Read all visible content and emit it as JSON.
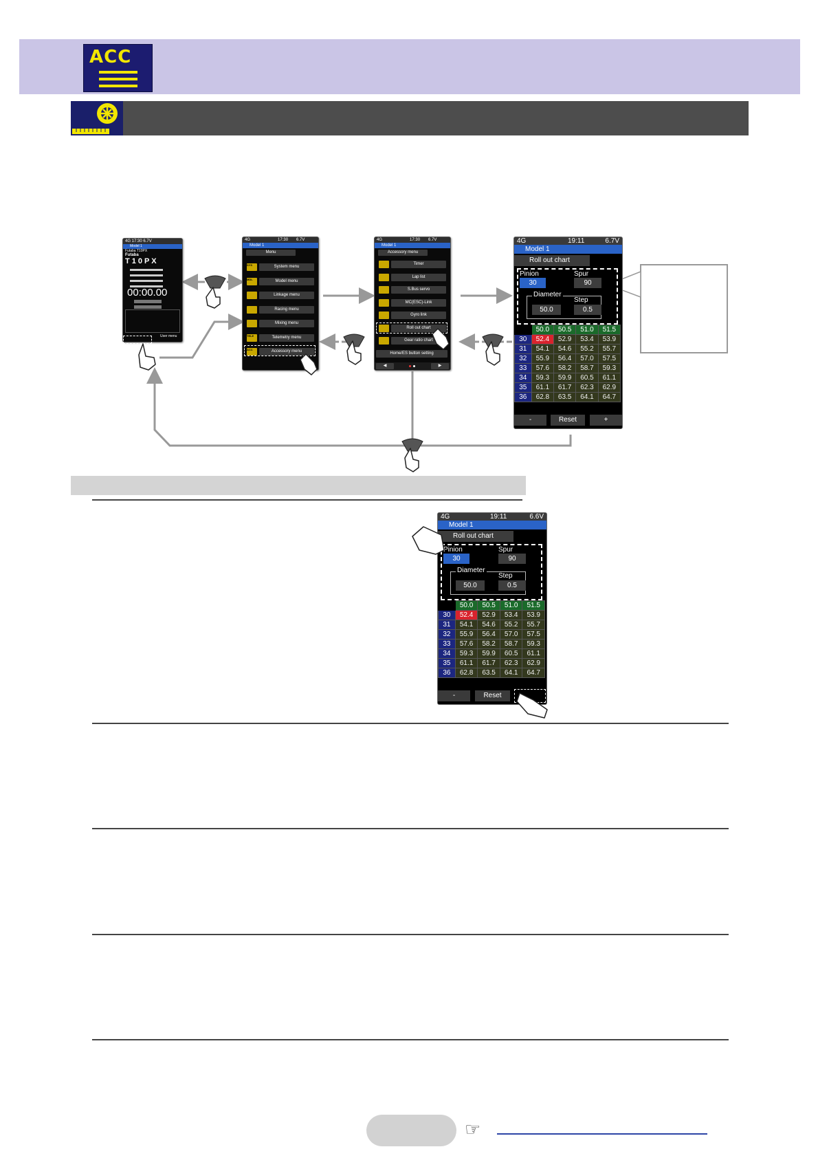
{
  "header": {
    "logo_text": "ACC"
  },
  "screens": {
    "home": {
      "status": "4G  17:30  6.7V",
      "model": "Model 1",
      "brand": "Futaba T10PX",
      "brand2": "Futaba",
      "logo": "T10PX",
      "timer": "00:00.00",
      "user_menu": "User menu"
    },
    "menu": {
      "status_left": "4G",
      "status_time": "17:30",
      "status_batt": "6.7V",
      "model": "Model 1",
      "title": "Menu",
      "items": [
        {
          "tag": "SYS",
          "label": "System menu"
        },
        {
          "tag": "MDL",
          "label": "Model menu"
        },
        {
          "tag": "",
          "label": "Linkage menu"
        },
        {
          "tag": "",
          "label": "Racing menu"
        },
        {
          "tag": "",
          "label": "Mixing menu"
        },
        {
          "tag": "TELE",
          "label": "Telemetry menu"
        },
        {
          "tag": "ACC",
          "label": "Accessory menu"
        }
      ]
    },
    "accessory": {
      "status_left": "4G",
      "status_time": "17:30",
      "status_batt": "6.7V",
      "model": "Model 1",
      "title": "Accessory menu",
      "items": [
        {
          "label": "Timer"
        },
        {
          "label": "Lap list"
        },
        {
          "label": "S.Bus servo"
        },
        {
          "label": "MC(ESC)-Link"
        },
        {
          "label": "Gyro link"
        },
        {
          "label": "Roll out chart"
        },
        {
          "label": "Gear ratio chart"
        },
        {
          "label": "Home/ES button setting"
        }
      ],
      "nav_prev": "◀",
      "nav_next": "▶"
    },
    "rollout": {
      "status_left": "4G",
      "status_time": "19:11",
      "status_batt": "6.7V",
      "model": "Model 1",
      "title": "Roll out chart",
      "pinion_label": "Pinion",
      "pinion_value": "30",
      "spur_label": "Spur",
      "spur_value": "90",
      "diameter_label": "Diameter",
      "diameter_value": "50.0",
      "step_label": "Step",
      "step_value": "0.5",
      "col_headers": [
        "50.0",
        "50.5",
        "51.0",
        "51.5"
      ],
      "rows": [
        {
          "pinion": "30",
          "values": [
            "52.4",
            "52.9",
            "53.4",
            "53.9"
          ]
        },
        {
          "pinion": "31",
          "values": [
            "54.1",
            "54.6",
            "55.2",
            "55.7"
          ]
        },
        {
          "pinion": "32",
          "values": [
            "55.9",
            "56.4",
            "57.0",
            "57.5"
          ]
        },
        {
          "pinion": "33",
          "values": [
            "57.6",
            "58.2",
            "58.7",
            "59.3"
          ]
        },
        {
          "pinion": "34",
          "values": [
            "59.3",
            "59.9",
            "60.5",
            "61.1"
          ]
        },
        {
          "pinion": "35",
          "values": [
            "61.1",
            "61.7",
            "62.3",
            "62.9"
          ]
        },
        {
          "pinion": "36",
          "values": [
            "62.8",
            "63.5",
            "64.1",
            "64.7"
          ]
        }
      ],
      "btn_minus": "-",
      "btn_reset": "Reset",
      "btn_plus": "+"
    },
    "rollout2": {
      "status_left": "4G",
      "status_time": "19:11",
      "status_batt": "6.6V",
      "model": "Model 1",
      "title": "Roll out chart",
      "pinion_label": "Pinion",
      "pinion_value": "30",
      "spur_label": "Spur",
      "spur_value": "90",
      "diameter_label": "Diameter",
      "diameter_value": "50.0",
      "step_label": "Step",
      "step_value": "0.5",
      "col_headers": [
        "50.0",
        "50.5",
        "51.0",
        "51.5"
      ],
      "rows": [
        {
          "pinion": "30",
          "values": [
            "52.4",
            "52.9",
            "53.4",
            "53.9"
          ]
        },
        {
          "pinion": "31",
          "values": [
            "54.1",
            "54.6",
            "55.2",
            "55.7"
          ]
        },
        {
          "pinion": "32",
          "values": [
            "55.9",
            "56.4",
            "57.0",
            "57.5"
          ]
        },
        {
          "pinion": "33",
          "values": [
            "57.6",
            "58.2",
            "58.7",
            "59.3"
          ]
        },
        {
          "pinion": "34",
          "values": [
            "59.3",
            "59.9",
            "60.5",
            "61.1"
          ]
        },
        {
          "pinion": "35",
          "values": [
            "61.1",
            "61.7",
            "62.3",
            "62.9"
          ]
        },
        {
          "pinion": "36",
          "values": [
            "62.8",
            "63.5",
            "64.1",
            "64.7"
          ]
        }
      ],
      "btn_minus": "-",
      "btn_reset": "Reset"
    }
  },
  "colors": {
    "header_bg": "#cac5e6",
    "band_bg": "#4d4d4d",
    "logo_yellow": "#f2e600",
    "screen_blue": "#2a63c7",
    "highlight_red": "#d9232d",
    "link_blue": "#2c45a6"
  },
  "icons": [
    "acc-logo-icon",
    "tire-icon",
    "hand-pointer-icon",
    "home-button-icon",
    "pointing-hand-icon"
  ]
}
